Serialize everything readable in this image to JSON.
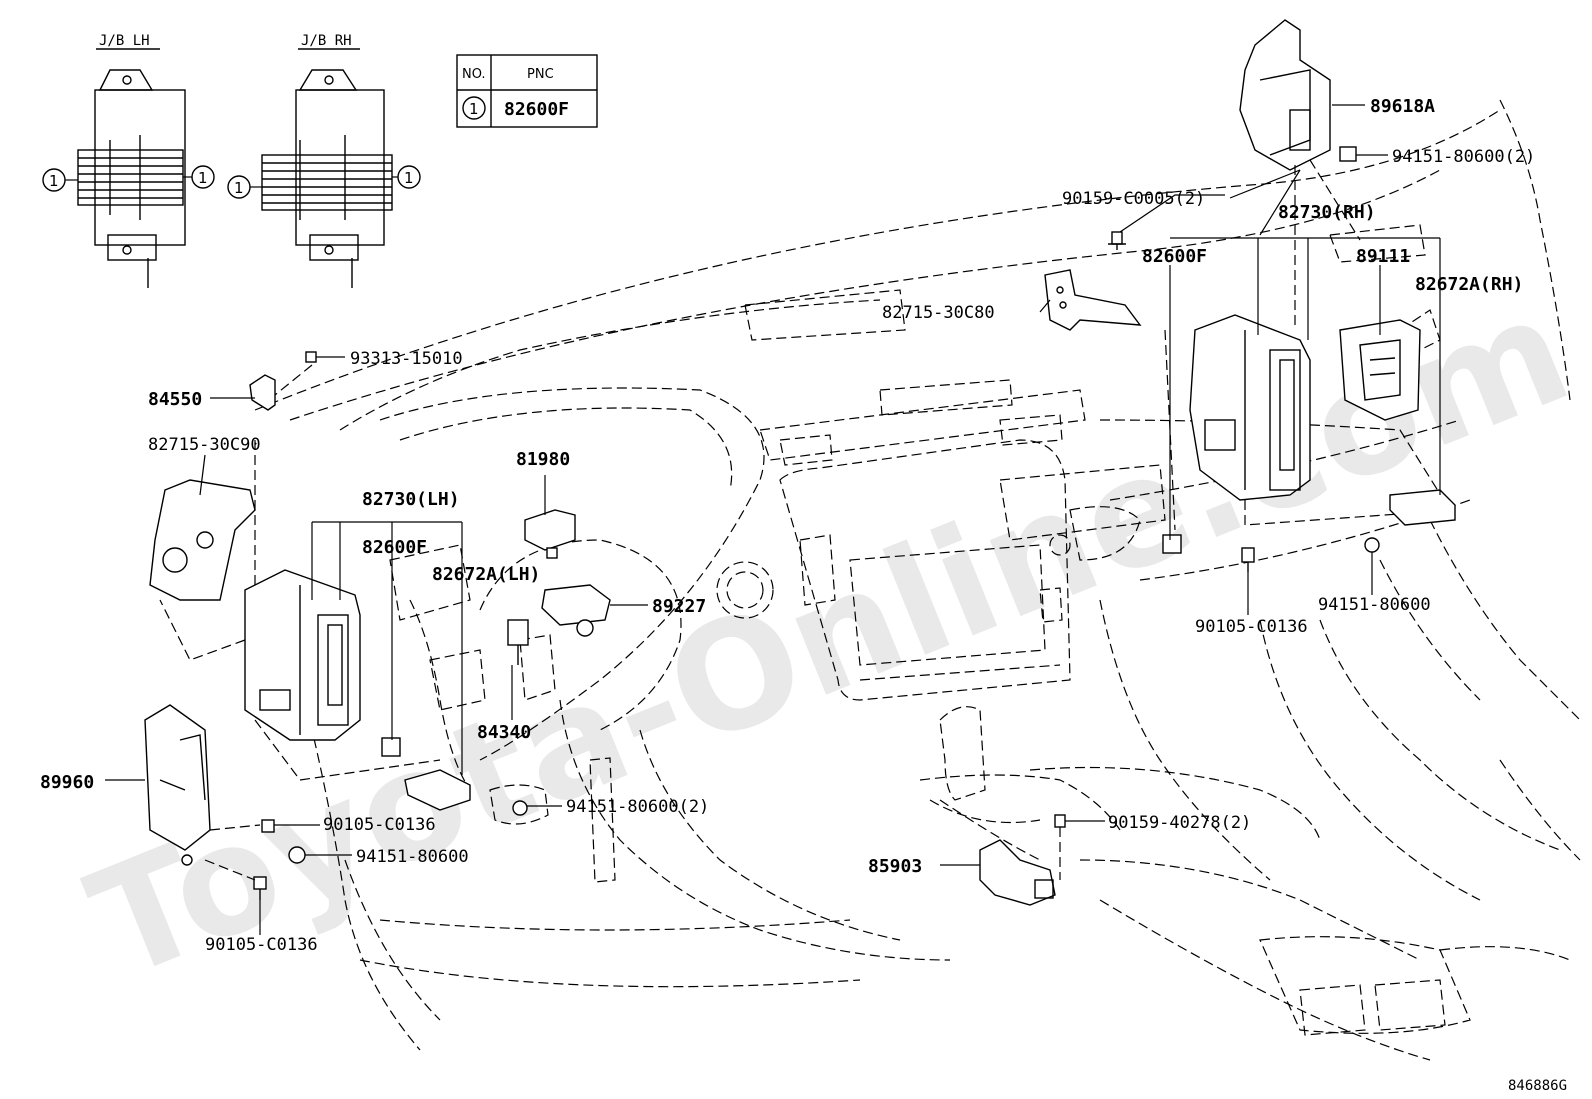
{
  "watermark": "Toyota-Online.com",
  "pnc_table": {
    "header_no": "NO.",
    "header_pnc": "PNC",
    "rows": [
      {
        "no": "1",
        "pnc": "82600F"
      }
    ]
  },
  "junction_blocks": [
    {
      "title": "J/B LH",
      "marker": "1"
    },
    {
      "title": "J/B RH",
      "marker": "1"
    }
  ],
  "part_labels": {
    "p89618A": "89618A",
    "p94151_80600_2_top": "94151-80600(2)",
    "p90159_C0005_2": "90159-C0005(2)",
    "p82730_RH": "82730(RH)",
    "p82600F_rh": "82600F",
    "p89111": "89111",
    "p82672A_RH": "82672A(RH)",
    "p82715_30C80": "82715-30C80",
    "p93313_15010": "93313-15010",
    "p84550": "84550",
    "p82715_30C90": "82715-30C90",
    "p81980": "81980",
    "p82730_LH": "82730(LH)",
    "p82600F_lh": "82600F",
    "p82672A_LH": "82672A(LH)",
    "p89227": "89227",
    "p84340": "84340",
    "p89960": "89960",
    "p94151_80600_2_mid": "94151-80600(2)",
    "p90105_C0136_a": "90105-C0136",
    "p94151_80600_a": "94151-80600",
    "p90105_C0136_b": "90105-C0136",
    "p90105_C0136_rh": "90105-C0136",
    "p94151_80600_rh": "94151-80600",
    "p90159_40278_2": "90159-40278(2)",
    "p85903": "85903"
  },
  "reference_code": "846886G"
}
